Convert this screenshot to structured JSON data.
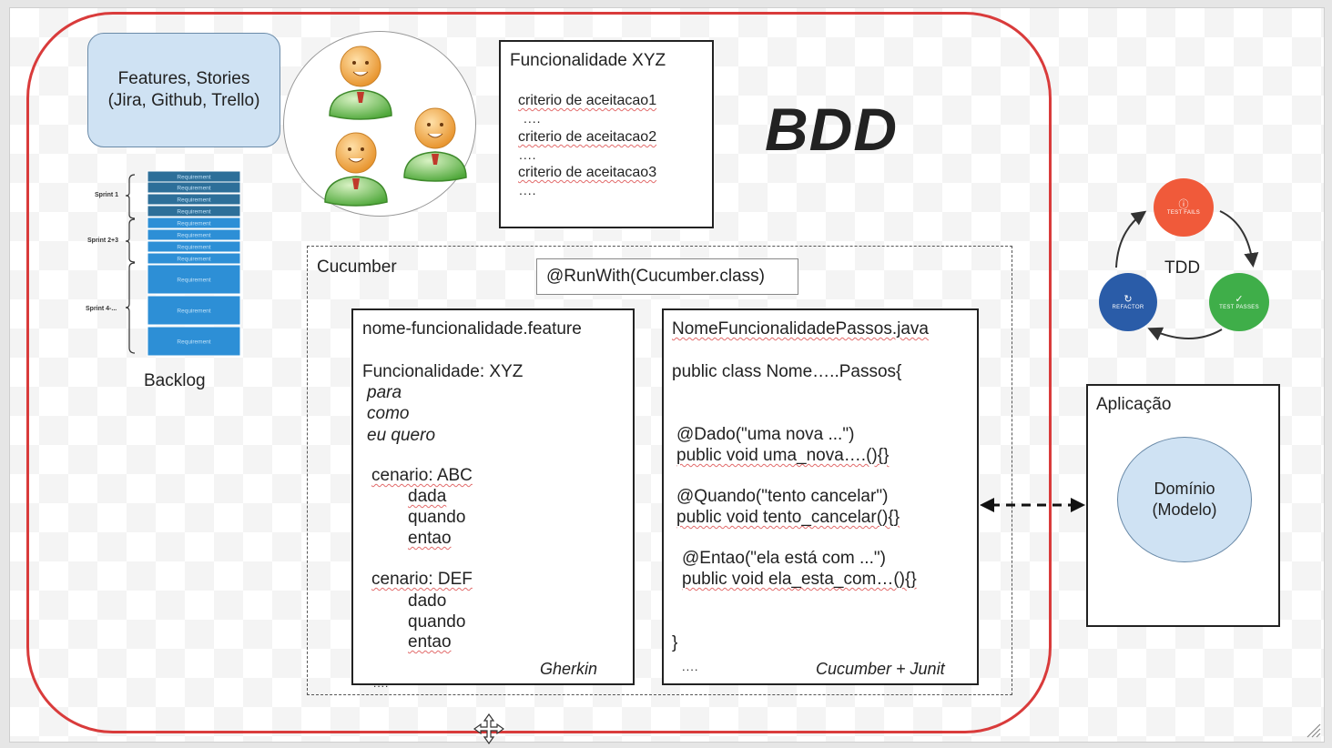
{
  "features": {
    "line1": "Features, Stories",
    "line2": "(Jira, Github, Trello)"
  },
  "backlog": {
    "label": "Backlog",
    "sprints": [
      "Sprint 1",
      "Sprint 2+3",
      "Sprint 4-..."
    ],
    "item_label": "Requirement",
    "colors": {
      "dark": "#2d6f99",
      "light": "#2d8fd6"
    }
  },
  "functionality": {
    "title": "Funcionalidade XYZ",
    "criteria": [
      "criterio de aceitacao1",
      "criterio de aceitacao2",
      "criterio de aceitacao3"
    ],
    "ellipsis": "...."
  },
  "bdd_title": "BDD",
  "cucumber": {
    "label": "Cucumber",
    "runwith": "@RunWith(Cucumber.class)",
    "feature_file": {
      "title": "nome-funcionalidade.feature",
      "funcionalidade": "Funcionalidade: XYZ",
      "para": "para",
      "como": "como",
      "eu_quero": "eu quero",
      "cenario1": "cenario: ABC",
      "cenario2": "cenario: DEF",
      "steps1": [
        "dada",
        "quando",
        "entao"
      ],
      "steps2": [
        "dado",
        "quando",
        "entao"
      ],
      "footer": "Gherkin",
      "trailing_dots": "...."
    },
    "steps_file": {
      "title": "NomeFuncionalidadePassos.java",
      "class_decl": "public class Nome…..Passos{",
      "dado_ann": "@Dado(\"uma nova ...\")",
      "dado_method": "public void uma_nova….(){}",
      "quando_ann": "@Quando(\"tento cancelar\")",
      "quando_method": "public void tento_cancelar(){}",
      "entao_ann": "@Entao(\"ela está com ...\")",
      "entao_method": "public void ela_esta_com…(){}",
      "closing": "}",
      "dots": "....",
      "footer": "Cucumber + Junit"
    }
  },
  "tdd": {
    "label": "TDD",
    "stages": [
      {
        "label": "TEST FAILS",
        "color": "#f05a3a"
      },
      {
        "label": "TEST PASSES",
        "color": "#3fae49"
      },
      {
        "label": "REFACTOR",
        "color": "#2a5ca8"
      }
    ]
  },
  "application": {
    "label": "Aplicação",
    "domain_line1": "Domínio",
    "domain_line2": "(Modelo)"
  },
  "colors": {
    "frame_red": "#d93b3b",
    "light_blue": "#cfe2f3",
    "person_green": "#6cc04a",
    "person_skin": "#f2a64a"
  }
}
